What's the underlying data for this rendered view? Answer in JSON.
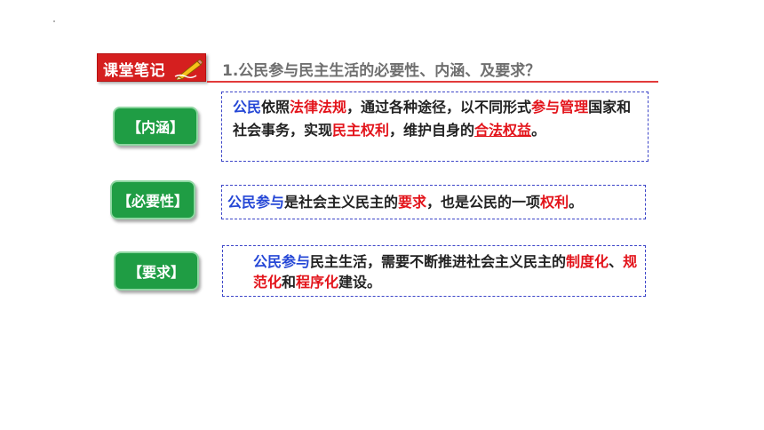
{
  "badge": {
    "label": "课堂笔记"
  },
  "heading": "1.公民参与民主生活的必要性、内涵、及要求？",
  "sections": [
    {
      "tag": "【内涵】",
      "parts": [
        {
          "text": "公民",
          "style": "blue"
        },
        {
          "text": "依照",
          "style": ""
        },
        {
          "text": "法律法规",
          "style": "red"
        },
        {
          "text": "，通过各种途径，以不同形式",
          "style": ""
        },
        {
          "text": "参与管理",
          "style": "red"
        },
        {
          "text": "国家和社会事务，实现",
          "style": ""
        },
        {
          "text": "民主权利",
          "style": "red"
        },
        {
          "text": "，维护自身的",
          "style": ""
        },
        {
          "text": "合法权益",
          "style": "red ul"
        },
        {
          "text": "。",
          "style": ""
        }
      ]
    },
    {
      "tag": "【必要性】",
      "parts": [
        {
          "text": "公民参与",
          "style": "blue"
        },
        {
          "text": "是社会主义民主的",
          "style": ""
        },
        {
          "text": "要求",
          "style": "red"
        },
        {
          "text": "，也是公民的一项",
          "style": ""
        },
        {
          "text": "权利",
          "style": "red"
        },
        {
          "text": "。",
          "style": ""
        }
      ]
    },
    {
      "tag": "【要求】",
      "parts": [
        {
          "text": "公民参与",
          "style": "blue"
        },
        {
          "text": "民主生活，需要不断推进社会主义民主的",
          "style": ""
        },
        {
          "text": "制度化",
          "style": "red"
        },
        {
          "text": "、",
          "style": ""
        },
        {
          "text": "规范化",
          "style": "red"
        },
        {
          "text": "和",
          "style": ""
        },
        {
          "text": "程序化",
          "style": "red"
        },
        {
          "text": "建设。",
          "style": ""
        }
      ]
    }
  ]
}
